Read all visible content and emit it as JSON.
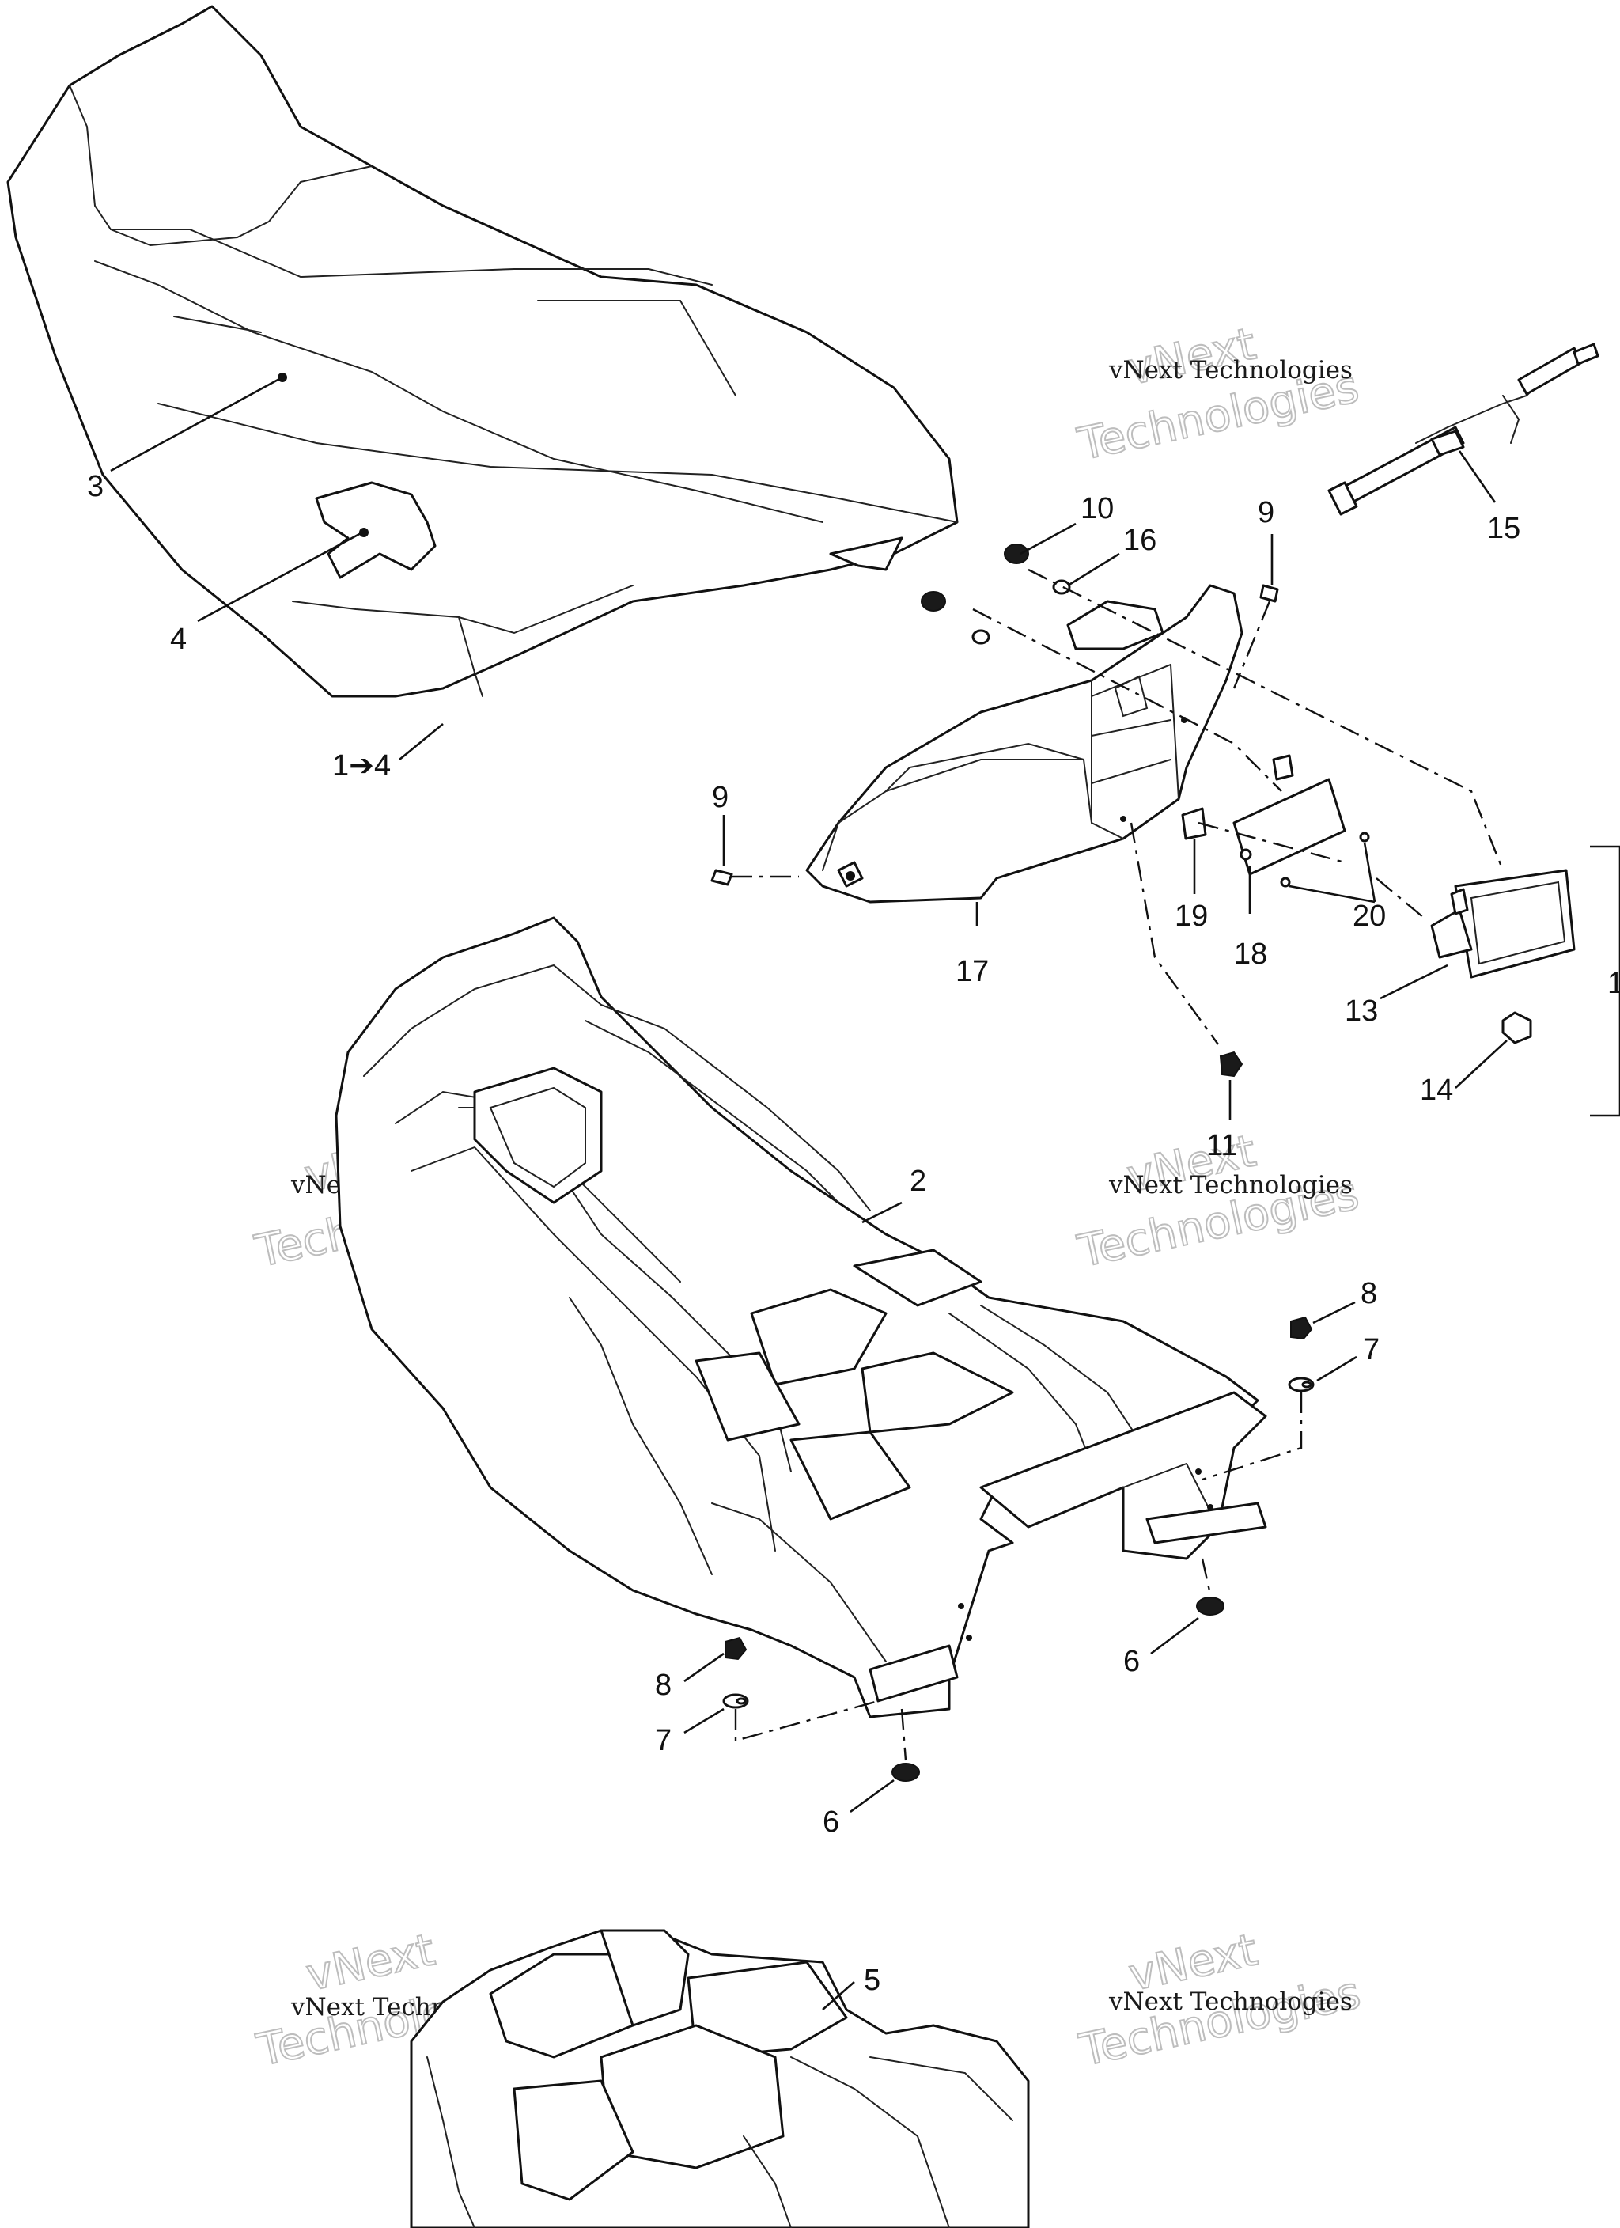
{
  "callouts": {
    "c3": "3",
    "c4": "4",
    "c1to4": "1➔4",
    "c10": "10",
    "c16": "16",
    "c9_top": "9",
    "c15": "15",
    "c9_left": "9",
    "c17": "17",
    "c19": "19",
    "c18": "18",
    "c20": "20",
    "c13": "13",
    "c14": "14",
    "c11": "11",
    "c2": "2",
    "c8_right": "8",
    "c7_right": "7",
    "c6_right": "6",
    "c8_left": "8",
    "c7_left": "7",
    "c6_left": "6",
    "c5": "5",
    "c12_partial": "1"
  },
  "watermark": {
    "big_line_1": "vNext",
    "big_line_2": "Technologies",
    "small": "vNext Technologies"
  },
  "colors": {
    "line": "#111111",
    "watermark_outline": "#bdbdbd",
    "background": "#ffffff"
  }
}
